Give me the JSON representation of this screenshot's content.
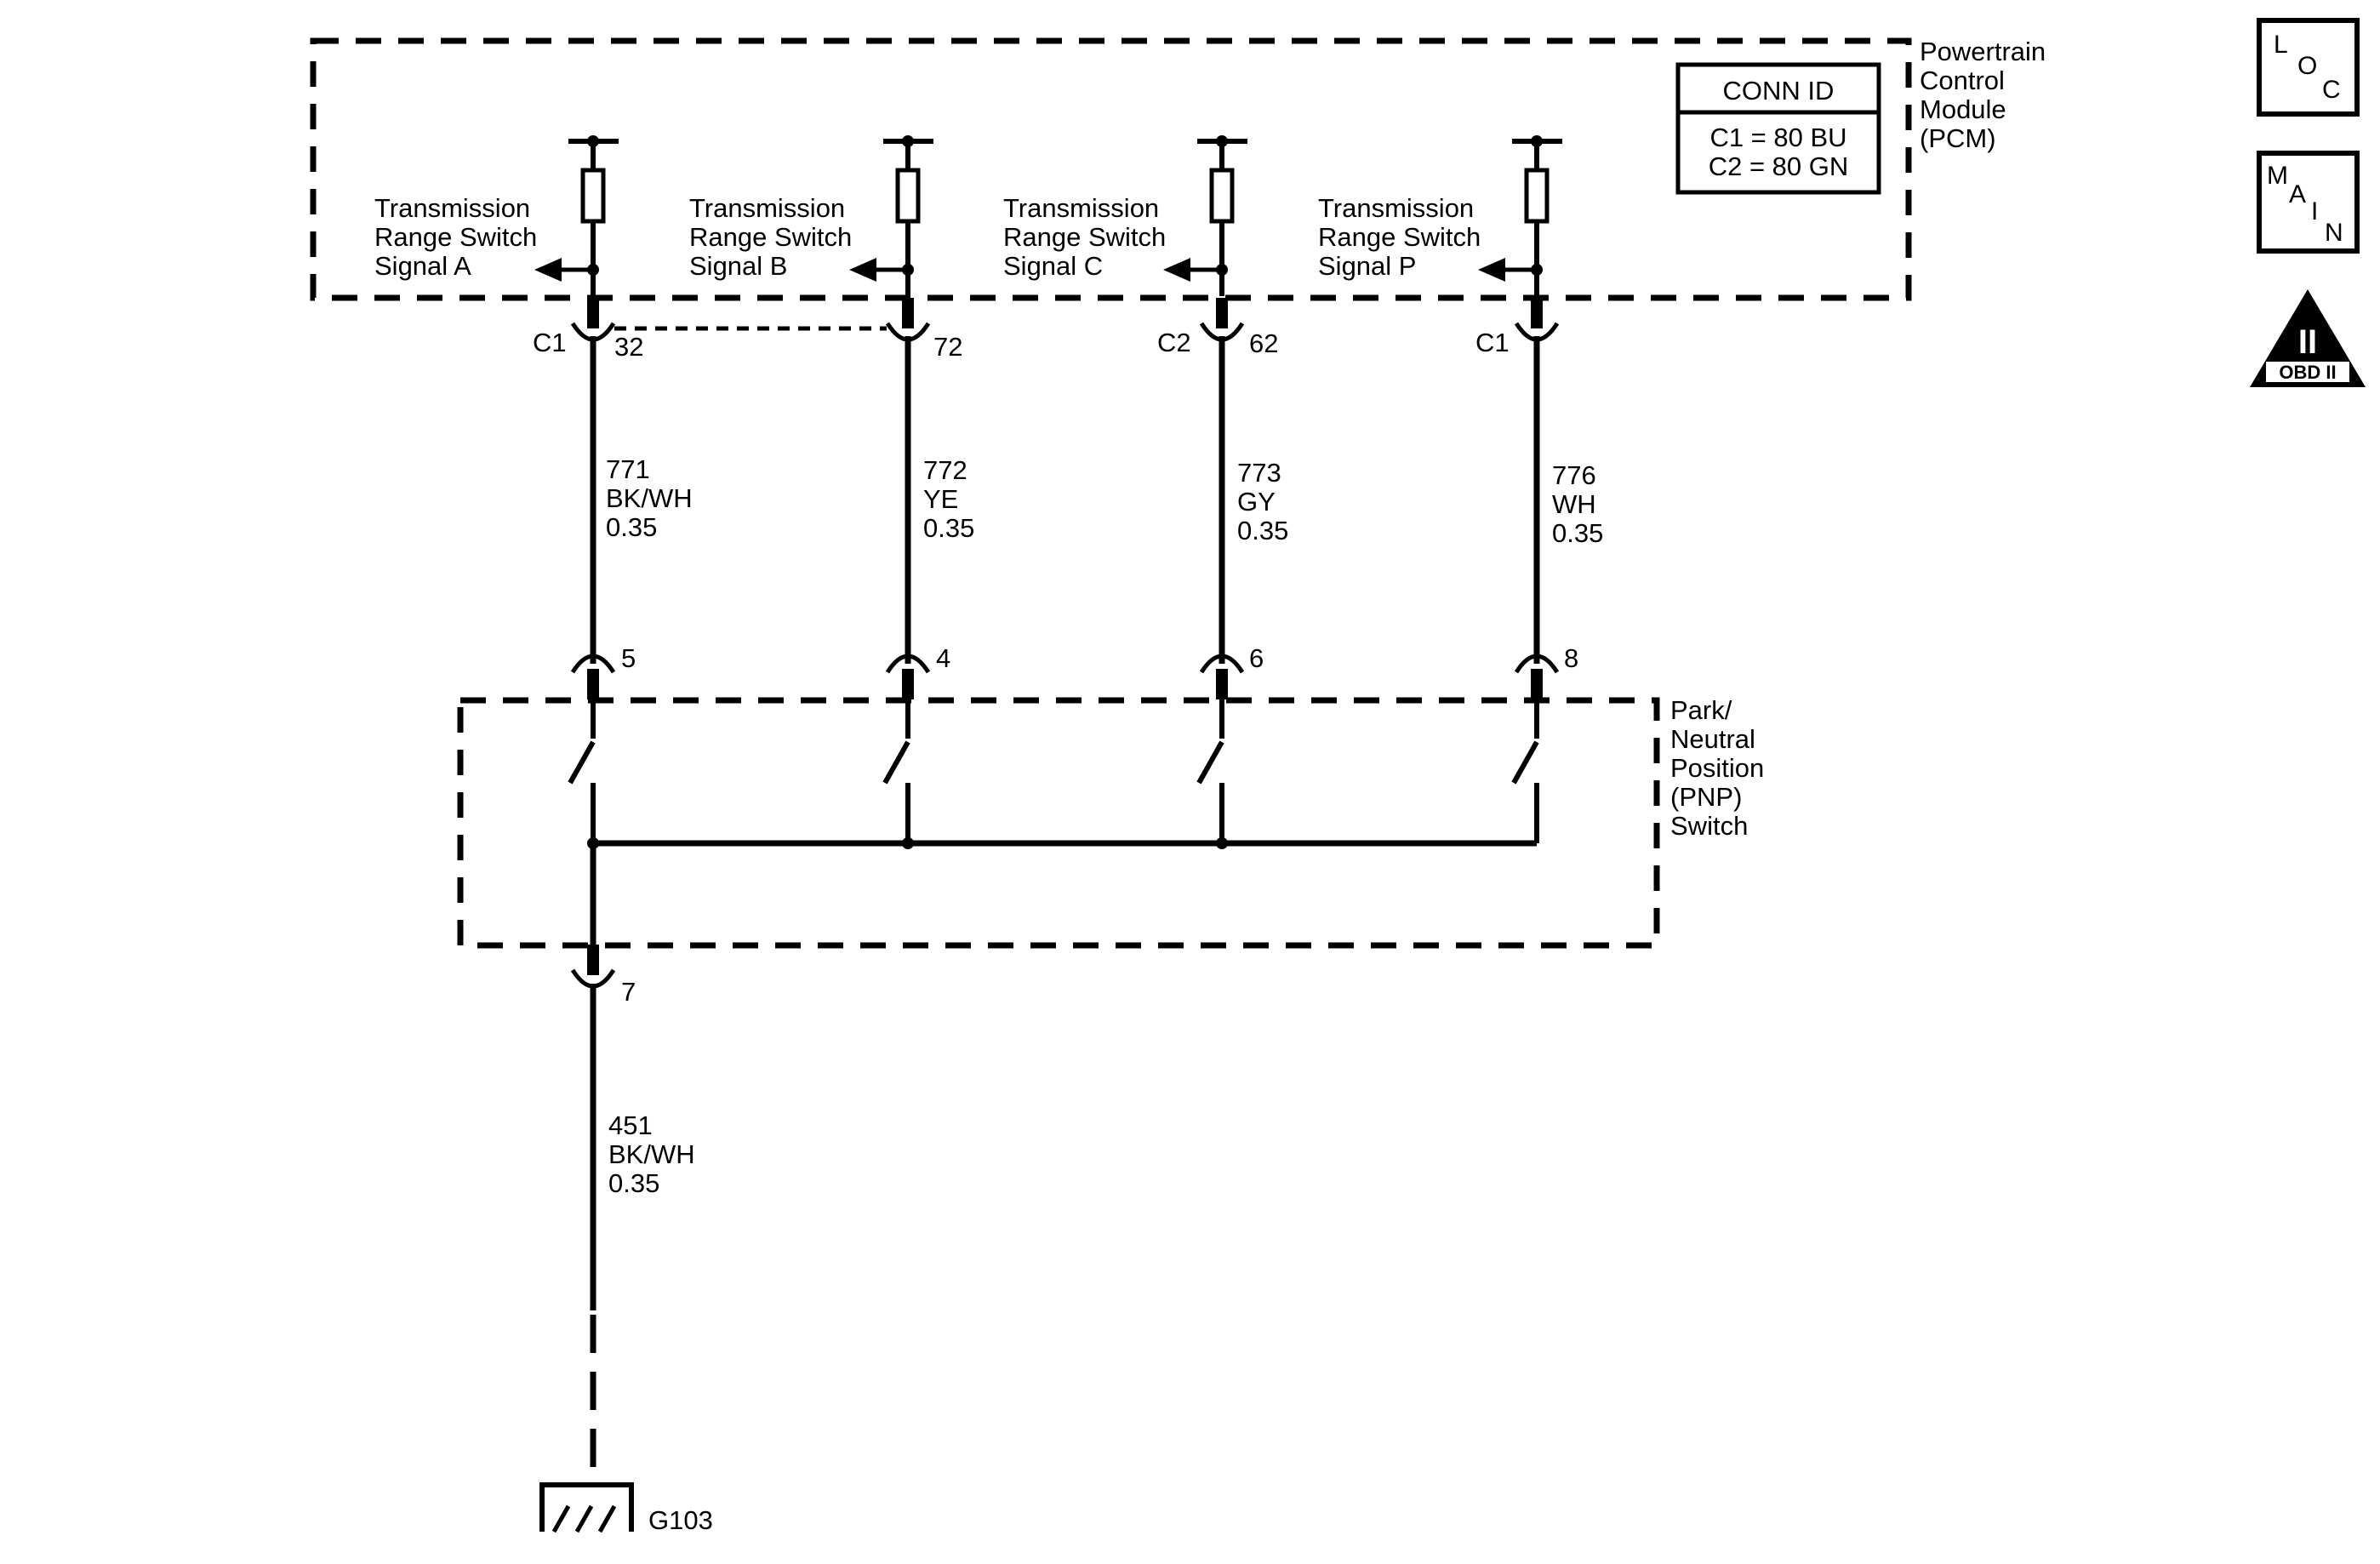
{
  "pcm": {
    "title_lines": [
      "Powertrain",
      "Control",
      "Module",
      "(PCM)"
    ],
    "conn_id": {
      "header": "CONN ID",
      "rows": [
        "C1 = 80 BU",
        "C2 = 80 GN"
      ]
    }
  },
  "pnp_switch": {
    "title_lines": [
      "Park/",
      "Neutral",
      "Position",
      "(PNP)",
      "Switch"
    ]
  },
  "circuits": [
    {
      "signal_lines": [
        "Transmission",
        "Range Switch",
        "Signal A"
      ],
      "pcm_connector": "C1",
      "pcm_pin": "32",
      "wire_lines": [
        "771",
        "BK/WH",
        "0.35"
      ],
      "switch_pin": "5"
    },
    {
      "signal_lines": [
        "Transmission",
        "Range Switch",
        "Signal B"
      ],
      "pcm_connector": "",
      "pcm_pin": "72",
      "wire_lines": [
        "772",
        "YE",
        "0.35"
      ],
      "switch_pin": "4"
    },
    {
      "signal_lines": [
        "Transmission",
        "Range Switch",
        "Signal C"
      ],
      "pcm_connector": "C2",
      "pcm_pin": "62",
      "wire_lines": [
        "773",
        "GY",
        "0.35"
      ],
      "switch_pin": "6"
    },
    {
      "signal_lines": [
        "Transmission",
        "Range Switch",
        "Signal P"
      ],
      "pcm_connector": "C1",
      "pcm_pin": "",
      "wire_lines": [
        "776",
        "WH",
        "0.35"
      ],
      "switch_pin": "8"
    }
  ],
  "ground_circuit": {
    "switch_pin": "7",
    "wire_lines": [
      "451",
      "BK/WH",
      "0.35"
    ],
    "ground_label": "G103"
  },
  "nav_icons": {
    "loc": {
      "letters": [
        "L",
        "O",
        "C"
      ],
      "icon": "location-icon"
    },
    "main": {
      "letters": [
        "M",
        "A",
        "I",
        "N"
      ],
      "icon": "main-index-icon"
    },
    "obd": {
      "symbol": "II",
      "label": "OBD II",
      "icon": "obd-ii-icon"
    }
  }
}
